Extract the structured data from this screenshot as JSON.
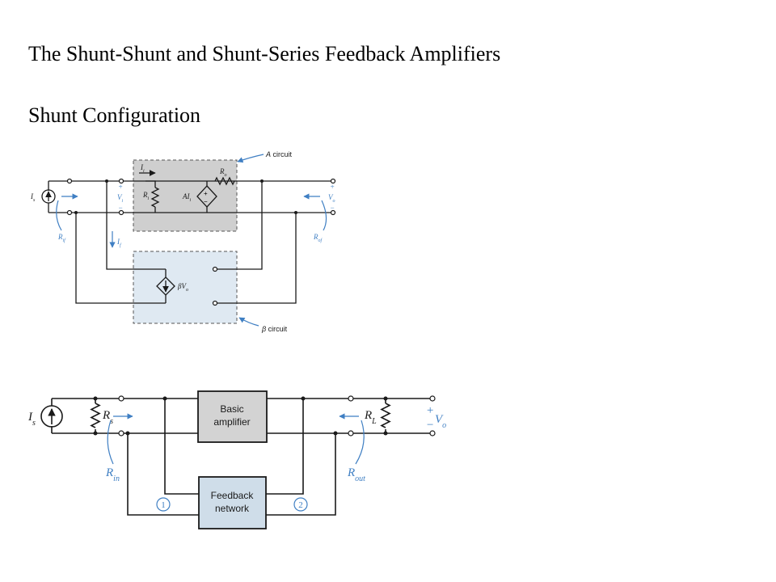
{
  "slide": {
    "title": "The Shunt-Shunt and Shunt-Series Feedback Amplifiers",
    "subtitle": "Shunt Configuration"
  },
  "colors": {
    "a_circuit_fill": "#cfcfcf",
    "beta_circuit_fill": "#dfe9f2",
    "annotation_blue": "#3f7fc3",
    "basic_amp_fill": "#d3d3d3",
    "feedback_net_fill": "#cfdde9"
  },
  "diagram1": {
    "source_label": "I",
    "source_sub": "s",
    "a_circuit_label": "A circuit",
    "a_circuit_symbol": "A",
    "a_circuit_word": " circuit",
    "beta_circuit_symbol": "β",
    "beta_circuit_word": " circuit",
    "ii_label": "I",
    "ii_sub": "i",
    "ro_label": "R",
    "ro_sub": "o",
    "ri_label": "R",
    "ri_sub": "i",
    "dep_source_label": "AI",
    "dep_source_sub": "i",
    "vi_plus": "+",
    "vi_label": "V",
    "vi_sub": "i",
    "vi_minus": "−",
    "vo_plus": "+",
    "vo_label": "V",
    "vo_sub": "o",
    "vo_minus": "−",
    "if_label": "I",
    "if_sub": "f",
    "rif_label": "R",
    "rif_sub": "if",
    "rof_label": "R",
    "rof_sub": "of",
    "beta_source_label": "βV",
    "beta_source_sub": "o"
  },
  "diagram2": {
    "source_label": "I",
    "source_sub": "s",
    "rs_label": "R",
    "rs_sub": "s",
    "basic_amp_line1": "Basic",
    "basic_amp_line2": "amplifier",
    "rl_label": "R",
    "rl_sub": "L",
    "vo_plus": "+",
    "vo_label": "V",
    "vo_sub": "o",
    "vo_minus": "−",
    "rin_label": "R",
    "rin_sub": "in",
    "rout_label": "R",
    "rout_sub": "out",
    "feedback_line1": "Feedback",
    "feedback_line2": "network",
    "port1": "1",
    "port2": "2"
  }
}
